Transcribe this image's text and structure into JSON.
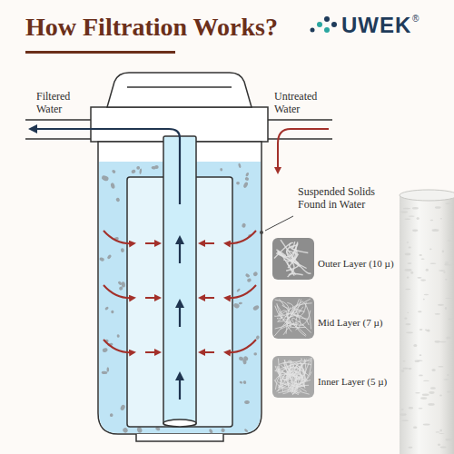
{
  "diagram": {
    "title": "How Filtration Works?",
    "labels": [
      "UWEK",
      "®",
      "Filtered Water",
      "Untreated Water",
      "Suspended Solids Found in Water",
      "Outer Layer (10 µ)",
      "Mid Layer (7 µ)",
      "Inner Layer (5 µ)"
    ]
  }
}
